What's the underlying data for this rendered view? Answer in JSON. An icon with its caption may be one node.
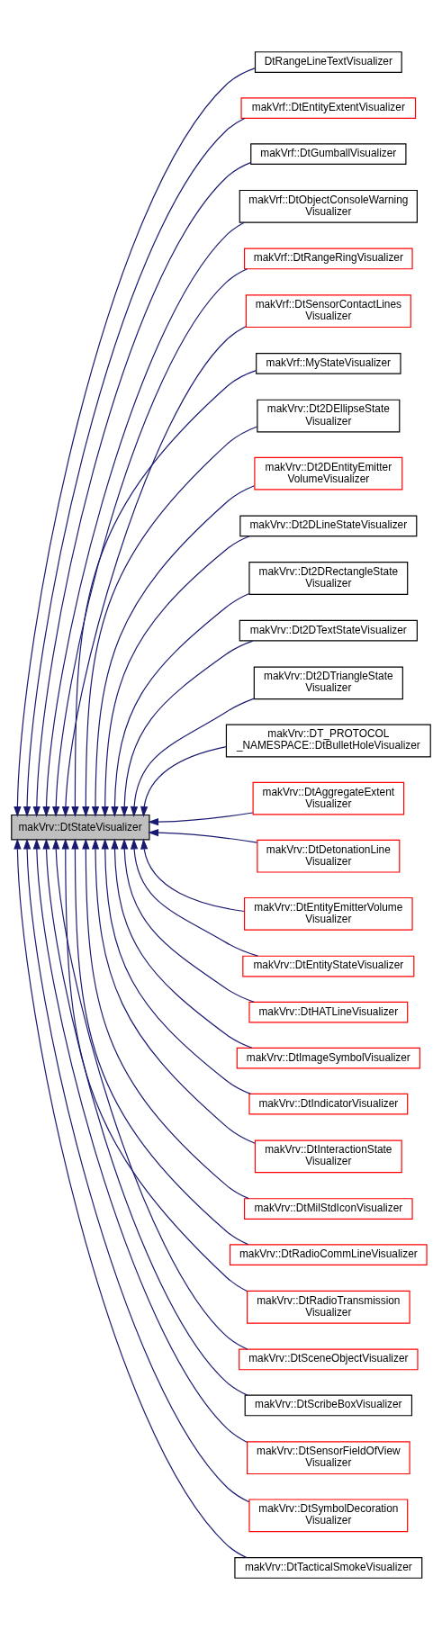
{
  "diagram": {
    "nodes": [
      {
        "text": [
          "makVrv::DtStateVisualizer"
        ]
      },
      {
        "text": [
          "DtRangeLineTextVisualizer"
        ]
      },
      {
        "text": [
          "makVrf::DtEntityExtentVisualizer"
        ]
      },
      {
        "text": [
          "makVrf::DtGumballVisualizer"
        ]
      },
      {
        "text": [
          "makVrf::DtObjectConsoleWarning Visualizer"
        ]
      },
      {
        "text": [
          "makVrf::DtRangeRingVisualizer"
        ]
      },
      {
        "text": [
          "makVrf::DtSensorContactLines Visualizer"
        ]
      },
      {
        "text": [
          "makVrf::MyStateVisualizer"
        ]
      },
      {
        "text": [
          "makVrv::Dt2DEllipseState Visualizer"
        ]
      },
      {
        "text": [
          "makVrv::Dt2DEntityEmitter VolumeVisualizer"
        ]
      },
      {
        "text": [
          "makVrv::Dt2DLineStateVisualizer"
        ]
      },
      {
        "text": [
          "makVrv::Dt2DRectangleState Visualizer"
        ]
      },
      {
        "text": [
          "makVrv::Dt2DTextStateVisualizer"
        ]
      },
      {
        "text": [
          "makVrv::Dt2DTriangleState Visualizer"
        ]
      },
      {
        "text": [
          "makVrv::DT_PROTOCOL _NAMESPACE::DtBulletHoleVisualizer"
        ]
      },
      {
        "text": [
          "makVrv::DtAggregateExtent Visualizer"
        ]
      },
      {
        "text": [
          "makVrv::DtDetonationLine Visualizer"
        ]
      },
      {
        "text": [
          "makVrv::DtEntityEmitterVolume Visualizer"
        ]
      },
      {
        "text": [
          "makVrv::DtEntityStateVisualizer"
        ]
      },
      {
        "text": [
          "makVrv::DtHATLineVisualizer"
        ]
      },
      {
        "text": [
          "makVrv::DtImageSymbolVisualizer"
        ]
      },
      {
        "text": [
          "makVrv::DtIndicatorVisualizer"
        ]
      },
      {
        "text": [
          "makVrv::DtInteractionState Visualizer"
        ]
      },
      {
        "text": [
          "makVrv::DtMilStdIconVisualizer"
        ]
      },
      {
        "text": [
          "makVrv::DtRadioCommLineVisualizer"
        ]
      },
      {
        "text": [
          "makVrv::DtRadioTransmission Visualizer"
        ]
      },
      {
        "text": [
          "makVrv::DtSceneObjectVisualizer"
        ]
      },
      {
        "text": [
          "makVrv::DtScribeBoxVisualizer"
        ]
      },
      {
        "text": [
          "makVrv::DtSensorFieldOfView Visualizer"
        ]
      },
      {
        "text": [
          "makVrv::DtSymbolDecoration Visualizer"
        ]
      },
      {
        "text": [
          "makVrv::DtTacticalSmokeVisualizer"
        ]
      }
    ],
    "edges": [
      {
        "from": 1,
        "to": 0,
        "arrow": "to"
      },
      {
        "from": 2,
        "to": 0,
        "arrow": "to"
      },
      {
        "from": 3,
        "to": 0,
        "arrow": "to"
      },
      {
        "from": 4,
        "to": 0,
        "arrow": "to"
      },
      {
        "from": 5,
        "to": 0,
        "arrow": "to"
      },
      {
        "from": 6,
        "to": 0,
        "arrow": "to"
      },
      {
        "from": 7,
        "to": 0,
        "arrow": "to"
      },
      {
        "from": 8,
        "to": 0,
        "arrow": "to"
      },
      {
        "from": 9,
        "to": 0,
        "arrow": "to"
      },
      {
        "from": 10,
        "to": 0,
        "arrow": "to"
      },
      {
        "from": 11,
        "to": 0,
        "arrow": "to"
      },
      {
        "from": 12,
        "to": 0,
        "arrow": "to"
      },
      {
        "from": 13,
        "to": 0,
        "arrow": "to"
      },
      {
        "from": 14,
        "to": 0,
        "arrow": "to"
      },
      {
        "from": 15,
        "to": 0,
        "arrow": "to"
      },
      {
        "from": 16,
        "to": 0,
        "arrow": "to"
      },
      {
        "from": 17,
        "to": 0,
        "arrow": "to"
      },
      {
        "from": 18,
        "to": 0,
        "arrow": "to"
      },
      {
        "from": 19,
        "to": 0,
        "arrow": "to"
      },
      {
        "from": 20,
        "to": 0,
        "arrow": "to"
      },
      {
        "from": 21,
        "to": 0,
        "arrow": "to"
      },
      {
        "from": 22,
        "to": 0,
        "arrow": "to"
      },
      {
        "from": 23,
        "to": 0,
        "arrow": "to"
      },
      {
        "from": 24,
        "to": 0,
        "arrow": "to"
      },
      {
        "from": 25,
        "to": 0,
        "arrow": "to"
      },
      {
        "from": 26,
        "to": 0,
        "arrow": "to"
      },
      {
        "from": 27,
        "to": 0,
        "arrow": "to"
      },
      {
        "from": 28,
        "to": 0,
        "arrow": "to"
      },
      {
        "from": 29,
        "to": 0,
        "arrow": "to"
      },
      {
        "from": 30,
        "to": 0,
        "arrow": "to"
      }
    ]
  }
}
